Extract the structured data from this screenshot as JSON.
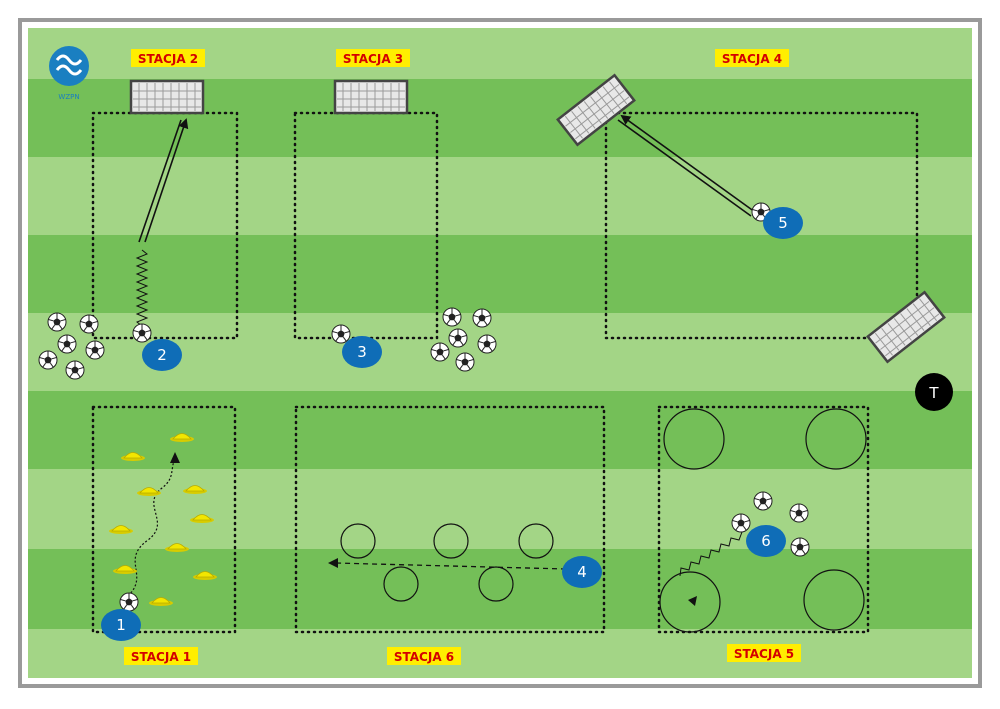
{
  "logo": {
    "text": "WZPN",
    "color": "#1a7fc1"
  },
  "colors": {
    "field_dark": "#74bf58",
    "field_light": "#a3d586",
    "frame": "#9a9a9a",
    "label_bg": "#ffee00",
    "label_text": "#d40000",
    "player": "#0f6db7",
    "coach": "#000000",
    "cone": "#f2e600"
  },
  "stations": [
    {
      "label": "STACJA 2"
    },
    {
      "label": "STACJA 3"
    },
    {
      "label": "STACJA 4"
    },
    {
      "label": "STACJA 1"
    },
    {
      "label": "STACJA 6"
    },
    {
      "label": "STACJA 5"
    }
  ],
  "players": [
    "1",
    "2",
    "3",
    "4",
    "5",
    "6"
  ],
  "coach": {
    "label": "T"
  },
  "icons": [
    "soccer-ball-icon",
    "goal-icon",
    "cone-icon"
  ]
}
